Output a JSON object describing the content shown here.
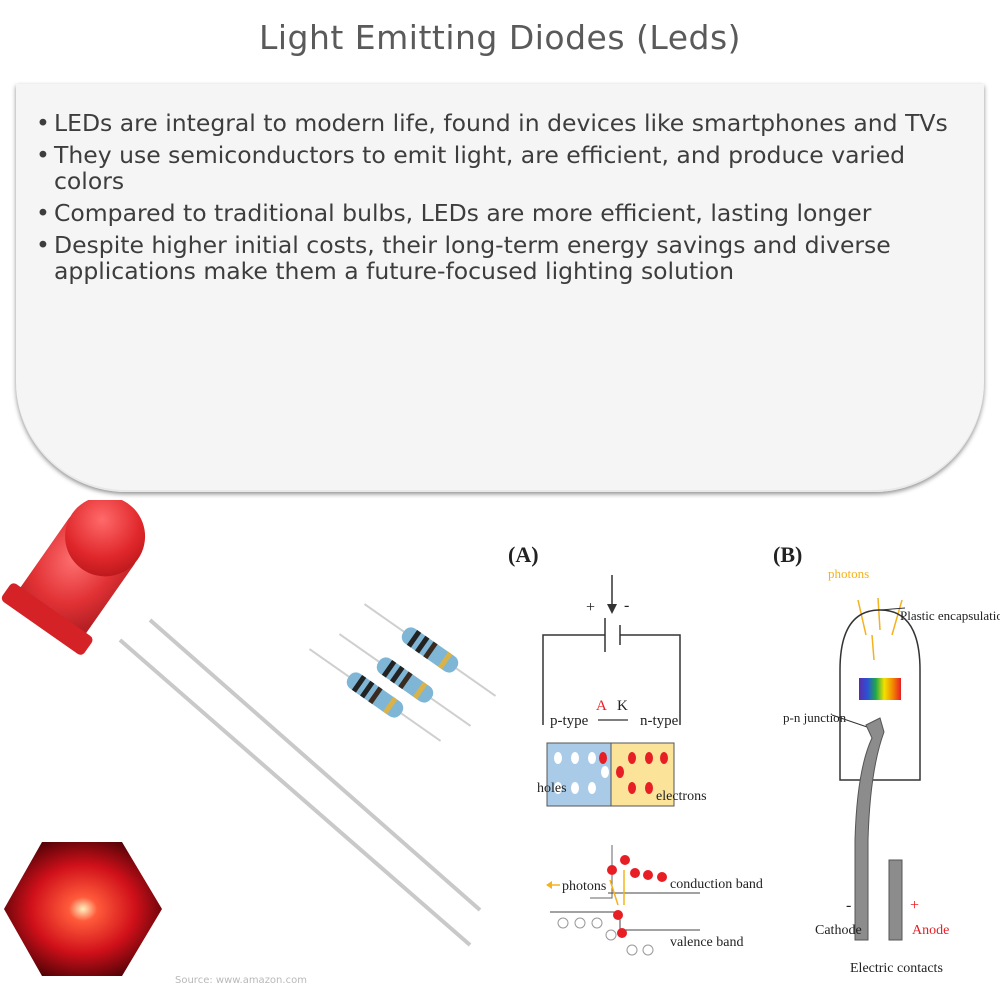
{
  "page": {
    "title": "Light Emitting Diodes (Leds)"
  },
  "bullets": [
    "LEDs are integral to modern life, found in devices like smartphones and TVs",
    "They use semiconductors to emit light, are efficient, and produce varied colors",
    "Compared to traditional bulbs, LEDs are more efficient, lasting longer",
    "Despite higher initial costs, their long-term energy savings and diverse applications make them a future-focused lighting solution"
  ],
  "source": "Source: www.amazon.com",
  "diagram": {
    "panel_a": "(A)",
    "panel_b": "(B)",
    "plus": "+",
    "minus": "-",
    "p_type": "p-type",
    "n_type": "n-type",
    "a_label": "A",
    "k_label": "K",
    "holes": "holes",
    "electrons": "electrons",
    "photons": "photons",
    "conduction_band": "conduction band",
    "valence_band": "valence band",
    "photons_b": "photons",
    "plastic_encapsulation": "Plastic encapsulation",
    "pn_junction": "p-n junction",
    "cathode": "Cathode",
    "anode": "Anode",
    "cathode_sign": "-",
    "anode_sign": "+",
    "electric_contacts": "Electric contacts"
  },
  "colors": {
    "led_red": "#e0272b",
    "n_region": "#fbe39a",
    "p_region": "#a9cbe8",
    "dot_red": "#e81e25",
    "photon_yellow": "#f3b21e"
  }
}
